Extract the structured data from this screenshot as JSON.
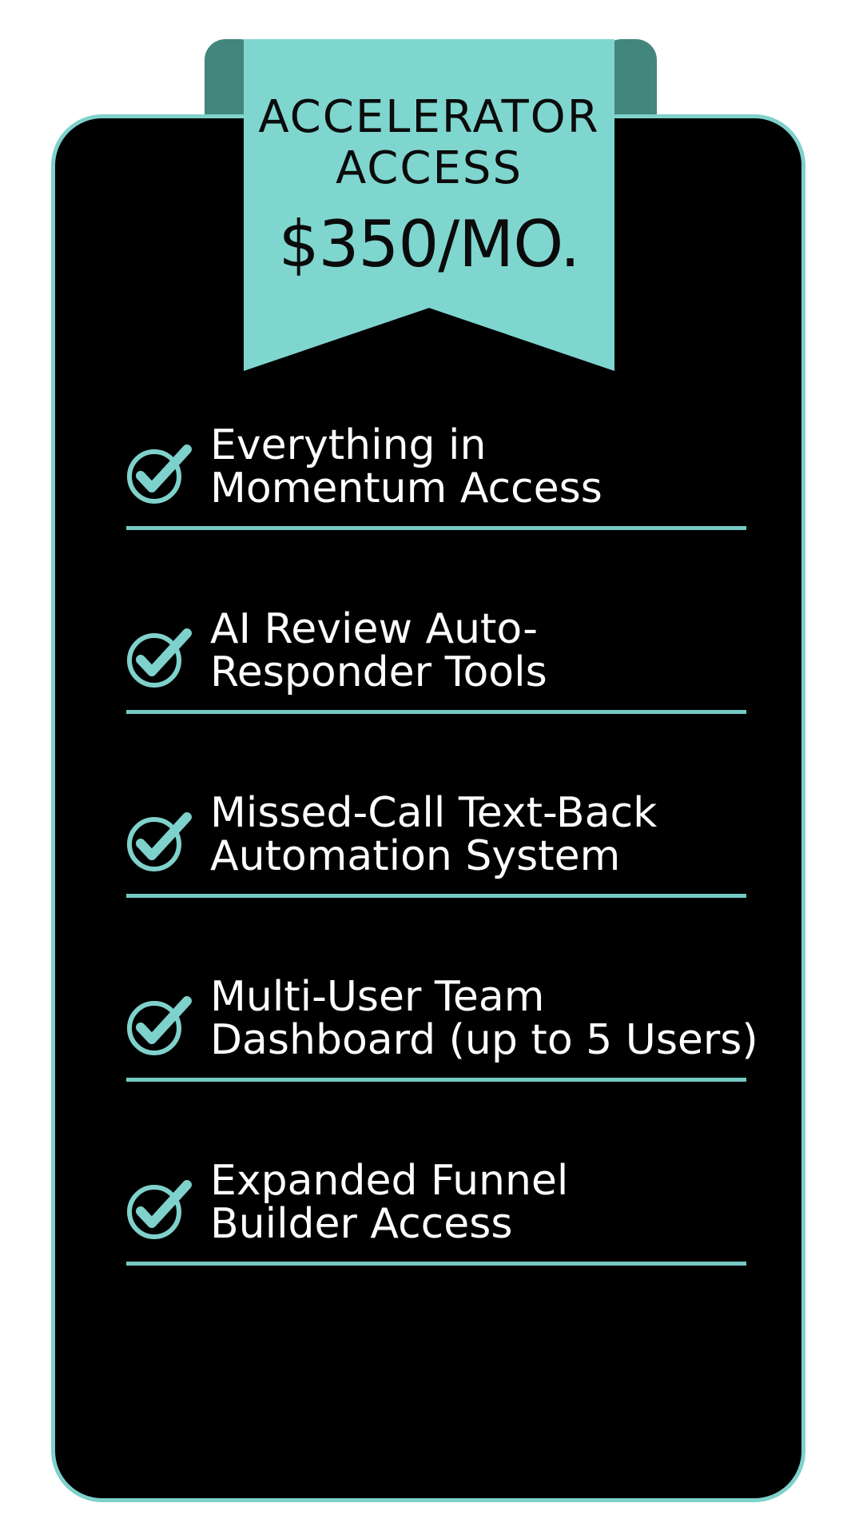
{
  "plan": {
    "title_lines": [
      "ACCELERATOR",
      "ACCESS"
    ],
    "price": "$350/MO."
  },
  "features": [
    {
      "lines": [
        "Everything in",
        "Momentum Access"
      ]
    },
    {
      "lines": [
        "AI Review Auto-",
        "Responder Tools"
      ]
    },
    {
      "lines": [
        "Missed-Call Text-Back",
        "Automation System"
      ]
    },
    {
      "lines": [
        "Multi-User Team",
        "Dashboard (up to 5 Users)"
      ]
    },
    {
      "lines": [
        "Expanded Funnel",
        "Builder Access"
      ]
    }
  ],
  "icons": {
    "feature_icon": "check-circle-icon"
  },
  "colors": {
    "background": "#ffffff",
    "card": "#000000",
    "accent": "#7fd6cf",
    "accent_dark": "#42867e",
    "text_light": "#ffffff",
    "text_dark": "#0b0b0b"
  }
}
